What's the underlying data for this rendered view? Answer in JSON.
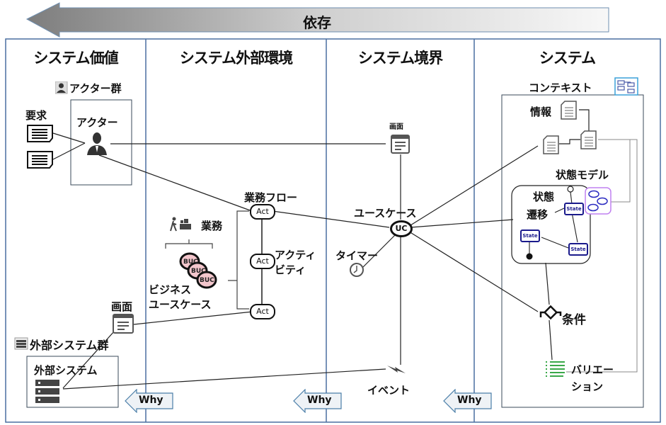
{
  "header": {
    "dependency_label": "依存"
  },
  "lanes": [
    {
      "title": "システム価値"
    },
    {
      "title": "システム外部環境"
    },
    {
      "title": "システム境界"
    },
    {
      "title": "システム"
    }
  ],
  "value_lane": {
    "actor_group": "アクター群",
    "actor": "アクター",
    "requirement": "要求",
    "screen": "画面",
    "external_system_group": "外部システム群",
    "external_system": "外部システム"
  },
  "env_lane": {
    "business_flow": "業務フロー",
    "business": "業務",
    "activity_line1": "アクティ",
    "activity_line2": "ビティ",
    "buc_line1": "ビジネス",
    "buc_line2": "ユースケース",
    "act_label": "Act",
    "buc_label": "BUC"
  },
  "boundary_lane": {
    "screen": "画面",
    "usecase": "ユースケース",
    "uc_label": "UC",
    "timer": "タイマー",
    "event": "イベント"
  },
  "system_lane": {
    "context": "コンテキスト",
    "information": "情報",
    "state_model": "状態モデル",
    "state_line1": "状態",
    "state_line2": "遷移",
    "state_label": "State",
    "condition": "条件",
    "variation_line1": "バリエー",
    "variation_line2": "ション"
  },
  "why_arrows": [
    {
      "label": "Why"
    },
    {
      "label": "Why"
    },
    {
      "label": "Why"
    }
  ],
  "colors": {
    "lane_border": "#4a6fa0",
    "buc_fill": "#f3c6cc",
    "state_blue": "#1a1a8c",
    "variation_green": "#3aa84a",
    "context_icon": "#3aa0d8",
    "state_model_icon": "#b070e0"
  }
}
